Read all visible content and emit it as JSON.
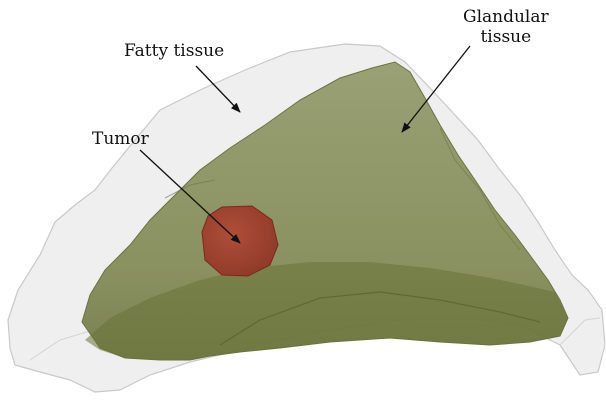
{
  "labels": {
    "fatty_tissue": "Fatty tissue",
    "glandular_line1": "Glandular",
    "glandular_line2": "tissue",
    "tumor": "Tumor"
  },
  "colors": {
    "fatty_fill": "#ececec",
    "fatty_stroke": "#c8c8c8",
    "glandular_fill": "#8a9260",
    "glandular_dark": "#5c6630",
    "tumor_fill": "#a2402f",
    "arrow": "#111111"
  }
}
